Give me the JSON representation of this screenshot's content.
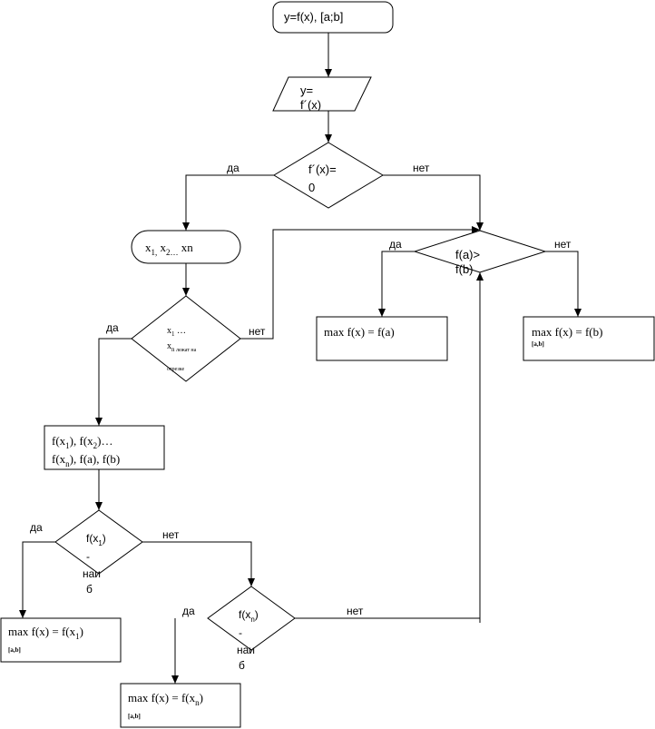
{
  "flowchart": {
    "start": {
      "text": "y=f(x),      [a;b]"
    },
    "input": {
      "line1": "y=",
      "line2_base": "f´(x)"
    },
    "dec1": {
      "line1": "f´(x)=",
      "line2": "0",
      "yes": "да",
      "no": "нет"
    },
    "roots": {
      "text_a": "x",
      "sub1": "1,",
      "text_b": " x",
      "sub2": "2…",
      "text_c": "  xn"
    },
    "dec2": {
      "line1": "x",
      "sub1": "1",
      "dots": " …",
      "line2": "x",
      "sub2": "n",
      "small1": " лежат на",
      "small2": "отрезке",
      "yes": "да",
      "no": "нет"
    },
    "values": {
      "a1": "f(x",
      "s1": "1",
      "a2": "), f(x",
      "s2": "2",
      "a3": ")…",
      "b1": "f(x",
      "s3": "n",
      "b2": "), f(a), f(b)"
    },
    "dec3": {
      "line1": "f(a)>",
      "line2": "f(b)",
      "yes": "да",
      "no": "нет"
    },
    "max_a": {
      "text": "max f(x) = f(a)"
    },
    "max_b": {
      "text": "max f(x) = f(b)",
      "sub": "[a,b]"
    },
    "dec4": {
      "l1": "f(x",
      "s": "1",
      "l1end": ")",
      "l2": "-",
      "l3": "наи",
      "l4": "б",
      "yes": "да",
      "no": "нет"
    },
    "dec5": {
      "l1": "f(x",
      "s": "n",
      "l1end": ")",
      "l2": "-",
      "l3": "наи",
      "l4": "б",
      "yes": "да",
      "no": "нет"
    },
    "max_x1": {
      "text": "max f(x) = f(x",
      "s": "1",
      "end": ")",
      "sub": "[a,b]"
    },
    "max_xn": {
      "text": "max f(x) = f(x",
      "s": "n",
      "end": ")",
      "sub": "[a,b]"
    }
  }
}
